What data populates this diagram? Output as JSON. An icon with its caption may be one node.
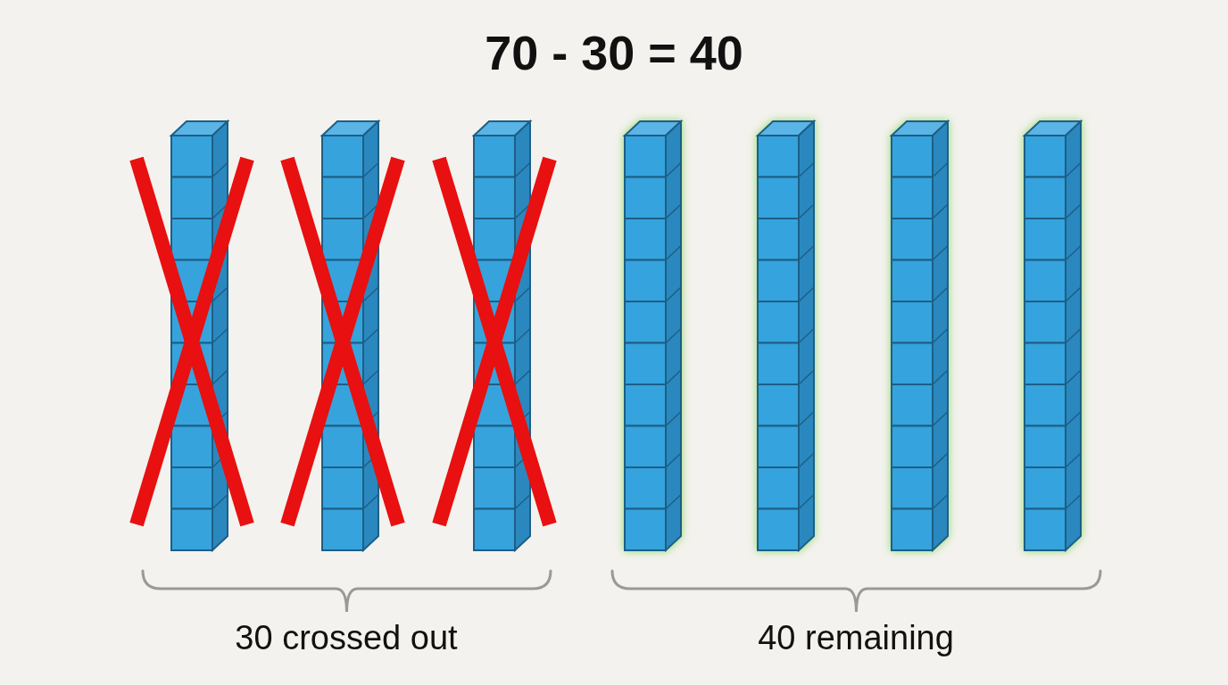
{
  "diagram": {
    "title": "70 - 30 = 40",
    "labels": [
      "30 crossed out",
      "40 remaining"
    ]
  }
}
